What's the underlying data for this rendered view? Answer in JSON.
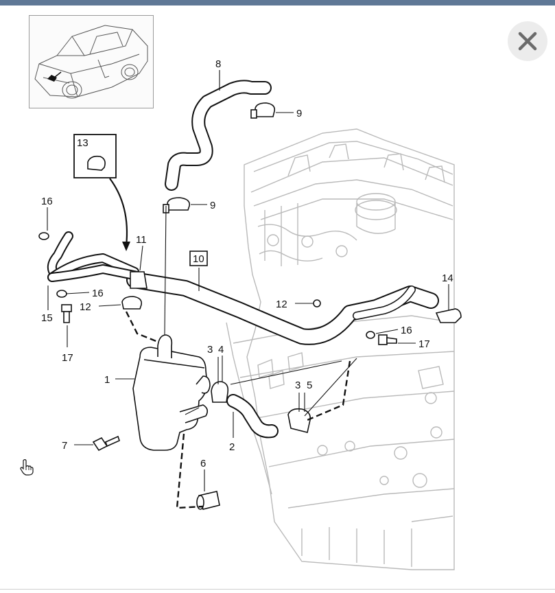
{
  "callouts": {
    "c1": "1",
    "c2": "2",
    "c3a": "3",
    "c3b": "3",
    "c4": "4",
    "c5": "5",
    "c6": "6",
    "c7": "7",
    "c8": "8",
    "c9a": "9",
    "c9b": "9",
    "c10": "10",
    "c11": "11",
    "c12a": "12",
    "c12b": "12",
    "c13": "13",
    "c14": "14",
    "c15": "15",
    "c16a": "16",
    "c16b": "16",
    "c16c": "16",
    "c17a": "17",
    "c17b": "17"
  },
  "icons": {
    "close": "close-icon",
    "pointer": "hand-pointer-icon",
    "thumbnail": "car-thumbnail"
  },
  "colors": {
    "topbar": "#5f7896",
    "close_bg": "#ececec",
    "close_glyph": "#6b6b6b"
  }
}
